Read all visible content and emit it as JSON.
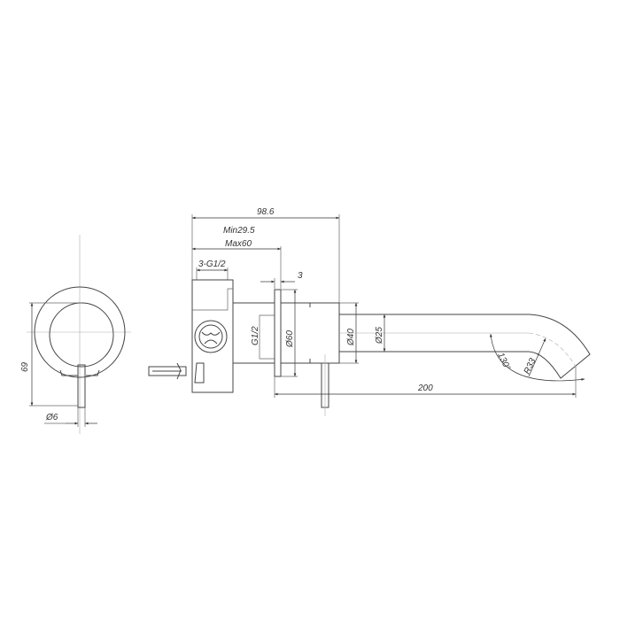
{
  "drawing": {
    "line_color": "#444444",
    "background": "#ffffff",
    "dimensions": {
      "overall_depth": "98.6",
      "min_depth": "Min29.5",
      "max_depth": "Max60",
      "inlets": "3-G1/2",
      "flange_thickness": "3",
      "outlet_thread": "G1/2",
      "flange_diameter": "Ø60",
      "body_diameter": "Ø40",
      "spout_diameter": "Ø25",
      "spout_length": "200",
      "bend_angle": "130°",
      "bend_radius": "R33",
      "handle_height": "69",
      "lever_diameter": "Ø6"
    }
  }
}
